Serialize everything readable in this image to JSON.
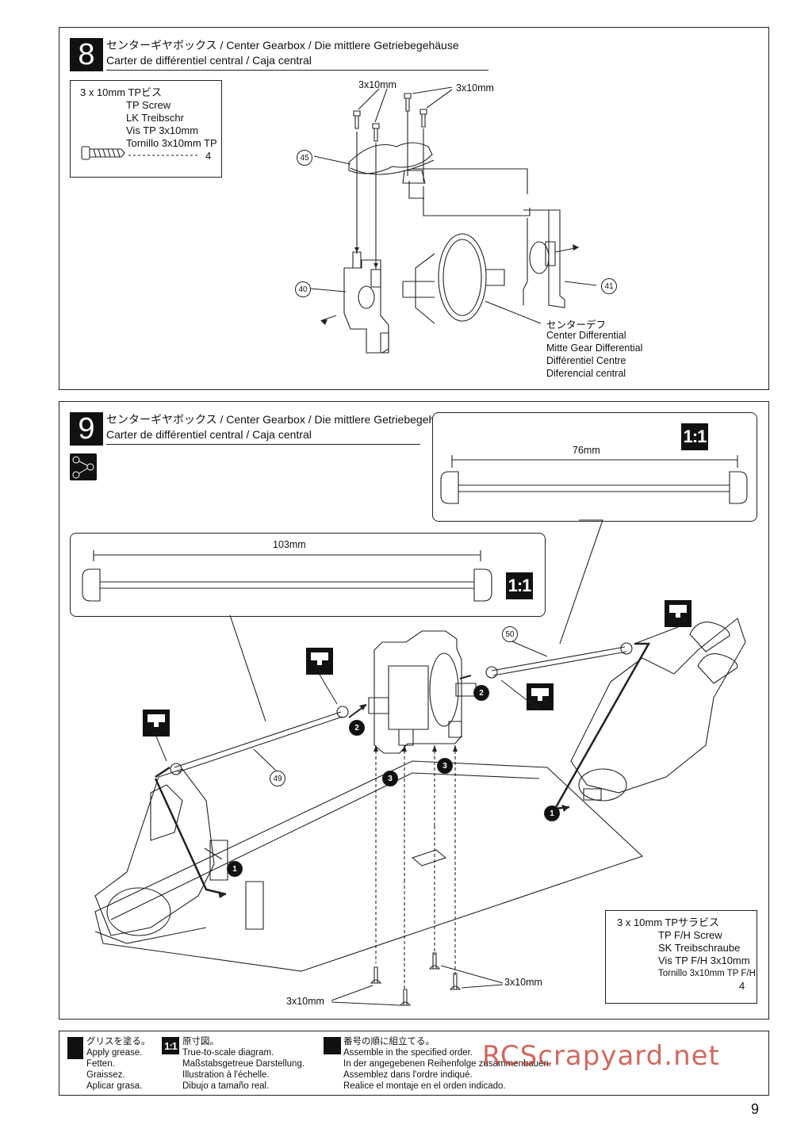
{
  "step8": {
    "number": "8",
    "title_line1": "センターギヤボックス / Center Gearbox / Die mittlere Getriebegehäuse",
    "title_line2": "Carter de différentiel central / Caja central",
    "parts": {
      "line1": "3 x 10mm  TPビス",
      "line2": "TP Screw",
      "line3": "LK Treibschr",
      "line4": "Vis TP 3x10mm",
      "line5": "Tornillo 3x10mm TP",
      "qty": "4"
    },
    "labels": {
      "screw_left": "3x10mm",
      "screw_right": "3x10mm",
      "part45": "45",
      "part40": "40",
      "part41": "41",
      "diff_ja": "センターデフ",
      "diff_en": "Center Differential",
      "diff_de": "Mitte Gear Differential",
      "diff_fr": "Différentiel Centre",
      "diff_es": "Diferencial central"
    }
  },
  "step9": {
    "number": "9",
    "title_line1": "センターギヤボックス / Center Gearbox / Die mittlere Getriebegehäuse",
    "title_line2": "Carter de différentiel central / Caja central",
    "shaft_rear_length": "76mm",
    "shaft_front_length": "103mm",
    "scale_badge": "1:1",
    "part50": "50",
    "part49": "49",
    "order1": "1",
    "order2": "2",
    "order3": "3",
    "screw_label_left": "3x10mm",
    "screw_label_right": "3x10mm",
    "parts": {
      "line1": "3 x 10mm  TPサラビス",
      "line2": "TP F/H Screw",
      "line3": "SK Treibschraube",
      "line4": "Vis TP F/H 3x10mm",
      "line5": "Tornillo 3x10mm TP F/H",
      "qty": "4"
    }
  },
  "legend": {
    "grease": [
      "グリスを塗る。",
      "Apply grease.",
      "Fetten.",
      "Graissez.",
      "Aplicar grasa."
    ],
    "scale": [
      "原寸図。",
      "True-to-scale diagram.",
      "Maßstabsgetreue Darstellung.",
      "Illustration à l'échelle.",
      "Dibujo a tamaño real."
    ],
    "order": [
      "番号の順に組立てる。",
      "Assemble in the specified order.",
      "In der angegebenen Reihenfolge zusammenbauen.",
      "Assemblez dans l'ordre indiqué.",
      "Realice el montaje en el orden indicado."
    ],
    "scale_badge": "1:1"
  },
  "watermark": "RCScrapyard.net",
  "page_number": "9",
  "colors": {
    "ink": "#111111",
    "watermark": "#c0392b"
  }
}
